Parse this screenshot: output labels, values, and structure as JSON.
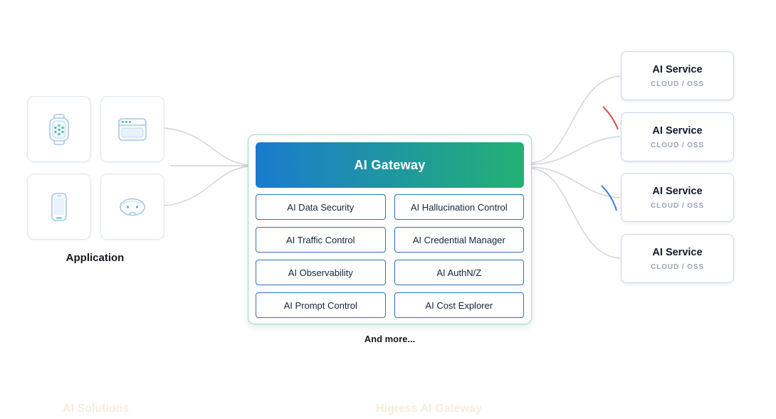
{
  "application": {
    "label": "Application",
    "devices": [
      {
        "name": "smartwatch"
      },
      {
        "name": "browser-window"
      },
      {
        "name": "smartphone"
      },
      {
        "name": "vr-headset"
      }
    ]
  },
  "gateway": {
    "title": "AI Gateway",
    "features": [
      "AI Data Security",
      "AI Hallucination Control",
      "AI Traffic Control",
      "AI Credential Manager",
      "AI Observability",
      "AI AuthN/Z",
      "AI Prompt Control",
      "AI Cost Explorer"
    ],
    "more_label": "And more..."
  },
  "services": [
    {
      "title": "AI Service",
      "subtitle": "CLOUD / OSS"
    },
    {
      "title": "AI Service",
      "subtitle": "CLOUD / OSS"
    },
    {
      "title": "AI Service",
      "subtitle": "CLOUD / OSS"
    },
    {
      "title": "AI Service",
      "subtitle": "CLOUD / OSS"
    }
  ],
  "watermarks": {
    "left": "AI Solutions",
    "center": "Higress AI Gateway"
  },
  "colors": {
    "gateway_gradient_start": "#1a7bce",
    "gateway_gradient_end": "#23b173",
    "feature_border": "#2f6fc1",
    "connector": "#cdd2da",
    "accent_red": "#df4f47",
    "accent_blue": "#3b7fd6"
  }
}
